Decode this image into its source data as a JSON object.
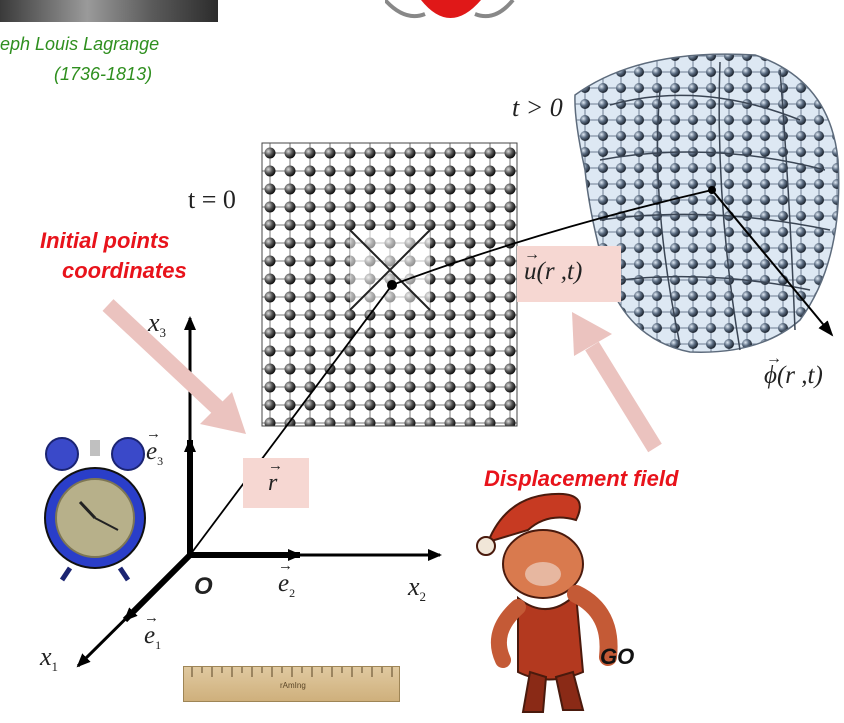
{
  "portrait": {
    "caption_name": "eph Louis Lagrange",
    "caption_years": "(1736-1813)"
  },
  "labels": {
    "t_zero": "t = 0",
    "t_positive": "t > 0",
    "initial_points_line1": "Initial points",
    "initial_points_line2": "coordinates",
    "displacement_field": "Displacement field",
    "displacement_vector": "u(r ,t)",
    "mapping_vector": "ϕ(r ,t)",
    "position_vector": "r",
    "origin": "O",
    "axis_x1": "x",
    "axis_x1_sub": "1",
    "axis_x2": "x",
    "axis_x2_sub": "2",
    "axis_x3": "x",
    "axis_x3_sub": "3",
    "basis_e1": "e",
    "basis_e1_sub": "1",
    "basis_e2": "e",
    "basis_e2_sub": "2",
    "basis_e3": "e",
    "basis_e3_sub": "3",
    "go_text": "GO",
    "ruler_brand": "rAmIng"
  },
  "colors": {
    "caption_green": "#2f8f1f",
    "label_red": "#e8131b",
    "highlight_pink": "#f6d7d2",
    "arrow_pink": "#ebc3bf",
    "clock_blue": "#2a3ec9"
  }
}
